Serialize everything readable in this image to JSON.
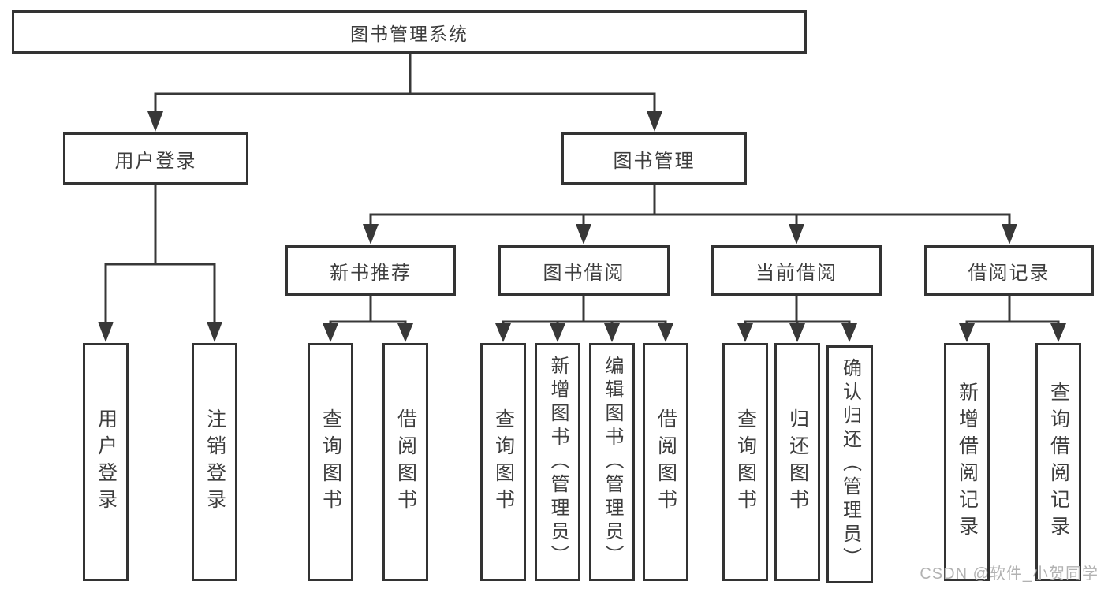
{
  "diagram": {
    "root": {
      "label": "图书管理系统"
    },
    "branches": [
      {
        "label": "用户登录",
        "children": [
          {
            "label": "用户登录"
          },
          {
            "label": "注销登录"
          }
        ]
      },
      {
        "label": "图书管理",
        "children": [
          {
            "label": "新书推荐",
            "children": [
              {
                "label": "查询图书"
              },
              {
                "label": "借阅图书"
              }
            ]
          },
          {
            "label": "图书借阅",
            "children": [
              {
                "label": "查询图书"
              },
              {
                "label": "新增图书（管理员）"
              },
              {
                "label": "编辑图书（管理员）"
              },
              {
                "label": "借阅图书"
              }
            ]
          },
          {
            "label": "当前借阅",
            "children": [
              {
                "label": "查询图书"
              },
              {
                "label": "归还图书"
              },
              {
                "label": "确认归还（管理员）"
              }
            ]
          },
          {
            "label": "借阅记录",
            "children": [
              {
                "label": "新增借阅记录"
              },
              {
                "label": "查询借阅记录"
              }
            ]
          }
        ]
      }
    ]
  },
  "watermark": {
    "text": "CSDN @软件_小贺同学"
  },
  "colors": {
    "line": "#383838",
    "border": "#333333",
    "text": "#3d3d3d",
    "watermark": "#b2b2b2",
    "background": "#ffffff"
  }
}
